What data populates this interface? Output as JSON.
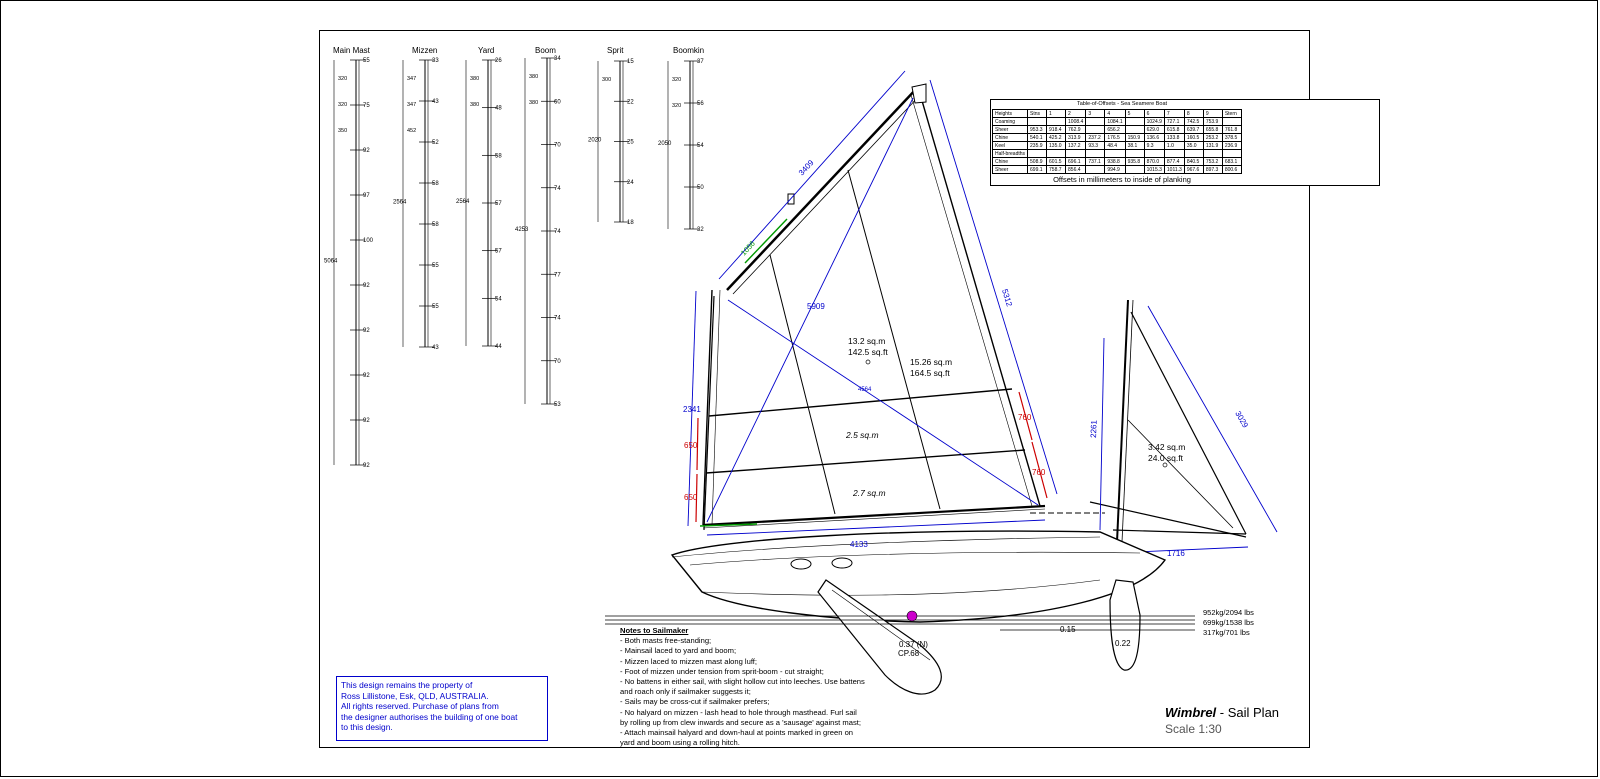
{
  "spars": [
    {
      "label": "Main Mast",
      "dims": [
        "55",
        "75",
        "92",
        "97",
        "100",
        "92",
        "92",
        "92",
        "92",
        "92"
      ],
      "segments": [
        "320",
        "320",
        "350"
      ],
      "total": "5064"
    },
    {
      "label": "Mizzen",
      "dims": [
        "33",
        "43",
        "52",
        "58",
        "58",
        "55",
        "55",
        "43"
      ],
      "segments": [
        "347",
        "347",
        "452"
      ],
      "total": "2564"
    },
    {
      "label": "Yard",
      "dims": [
        "26",
        "48",
        "58",
        "57",
        "57",
        "54",
        "44"
      ],
      "segments": [
        "380",
        "380"
      ],
      "total": "2564"
    },
    {
      "label": "Boom",
      "dims": [
        "34",
        "60",
        "70",
        "74",
        "74",
        "77",
        "74",
        "70",
        "53"
      ],
      "segments": [
        "380",
        "380"
      ],
      "total": "4253"
    },
    {
      "label": "Sprit",
      "dims": [
        "15",
        "22",
        "25",
        "24",
        "18"
      ],
      "segments": [
        "300"
      ],
      "total": "2020"
    },
    {
      "label": "Boomkin",
      "dims": [
        "37",
        "56",
        "54",
        "50",
        "32"
      ],
      "segments": [
        "320",
        "320"
      ],
      "total": "2050"
    }
  ],
  "dimensions": {
    "gaff": "3409",
    "leech_main": "5312",
    "luff_main": "2341",
    "diag_main": "5909",
    "diag_inner": "4564",
    "reef_green": "1056",
    "foot_main": "4133",
    "mizzen_luff": "2261",
    "mizzen_leech": "3029",
    "mizzen_foot": "1716",
    "reef_760a": "760",
    "reef_760b": "760",
    "reef_650a": "650",
    "reef_650b": "650"
  },
  "areas": {
    "main_total_a": "13.2 sq.m",
    "main_total_b": "142.5 sq.ft",
    "main_full_a": "15.26 sq.m",
    "main_full_b": "164.5 sq.ft",
    "reef1": "2.5 sq.m",
    "reef2": "2.7 sq.m",
    "mizzen_a": "3.42 sq.m",
    "mizzen_b": "24.0 sq.ft"
  },
  "waterlines": [
    "952kg/2094 lbs",
    "699kg/1538 lbs",
    "317kg/701 lbs"
  ],
  "hull_marks": {
    "cg": "0.37 (N)",
    "cp": "CP.68",
    "r15": "0.15",
    "r22": "0.22"
  },
  "offsets": {
    "title": "Table-of-Offsets - Sea Seamere Boat",
    "header": [
      "Heights",
      "Stns",
      "1",
      "2",
      "3",
      "4",
      "5",
      "6",
      "7",
      "8",
      "9",
      "Stern"
    ],
    "rows": [
      [
        "Coaming",
        "",
        "",
        "1008.4",
        "",
        "1084.1",
        "",
        "1024.9",
        "727.1",
        "742.5",
        "753.9",
        ""
      ],
      [
        "Sheer",
        "953.3",
        "918.4",
        "762.9",
        "",
        "656.2",
        "",
        "629.0",
        "615.8",
        "639.7",
        "655.8",
        "761.8"
      ],
      [
        "Chine",
        "540.1",
        "425.2",
        "313.9",
        "237.2",
        "176.5",
        "150.9",
        "136.6",
        "133.8",
        "160.5",
        "253.2",
        "378.5"
      ],
      [
        "Keel",
        "235.9",
        "135.0",
        "137.2",
        "93.3",
        "48.4",
        "38.1",
        "9.3",
        "1.0",
        "35.0",
        "131.9",
        "236.9"
      ],
      [
        "Half-breadths",
        "",
        "",
        "",
        "",
        "",
        "",
        "",
        "",
        "",
        "",
        ""
      ],
      [
        "Chine",
        "508.9",
        "601.5",
        "696.1",
        "737.1",
        "938.8",
        "935.8",
        "870.0",
        "877.4",
        "840.5",
        "753.2",
        "683.1"
      ],
      [
        "Sheer",
        "699.1",
        "758.7",
        "856.4",
        "",
        "994.9",
        "",
        "1015.3",
        "1011.3",
        "967.6",
        "897.3",
        "800.6"
      ]
    ],
    "footer": "Offsets in millimeters to inside of planking"
  },
  "notes": {
    "heading": "Notes to Sailmaker",
    "items": [
      "- Both masts free-standing;",
      "- Mainsail laced to yard and boom;",
      "- Mizzen laced to mizzen mast along luff;",
      "- Foot of mizzen under tension from sprit-boom - cut straight;",
      "- No battens in either sail, with slight hollow cut into leeches. Use battens",
      "and roach only if sailmaker suggests it;",
      "- Sails may be cross-cut if sailmaker prefers;",
      "- No halyard on mizzen - lash head to hole through masthead. Furl sail",
      "by rolling up from clew inwards and secure as a 'sausage' against mast;",
      "- Attach mainsail halyard and down-haul at points marked in green on",
      "yard and boom using a rolling hitch."
    ]
  },
  "notice": {
    "lines": [
      "This design remains the property of",
      "Ross Lillistone, Esk, QLD, AUSTRALIA.",
      "All rights reserved. Purchase of plans from",
      "the designer authorises the building of one boat",
      "to this design."
    ]
  },
  "title": {
    "name": "Wimbrel",
    "suffix": " - Sail Plan",
    "scale": "Scale 1:30"
  },
  "colors": {
    "dimension": "#0000cc",
    "reef": "#cc0000",
    "halyard": "#009900",
    "cp_marker": "#cc00cc"
  }
}
